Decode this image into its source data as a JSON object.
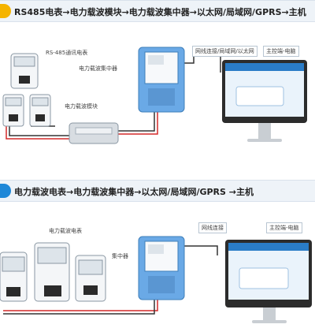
{
  "panel1": {
    "title": "RS485电表→电力载波模块→电力载波集中器→以太网/局域网/GPRS→主机",
    "labels": {
      "rs485_meter": "RS-485通讯电表",
      "concentrator": "电力载波集中器",
      "network": "网线连接/局域网/以太网",
      "master": "主控端-电脑",
      "carrier_module": "电力载波模块"
    }
  },
  "panel2": {
    "title": "电力载波电表→电力载波集中器→以太网/局域网/GPRS →主机",
    "labels": {
      "carrier_meter": "电力载波电表",
      "network": "网线连接",
      "master": "主控端-电脑",
      "concentrator": "集中器"
    }
  },
  "colors": {
    "badge1": "#f5b400",
    "badge2": "#1e88d8",
    "wire_red": "#d42a2a",
    "wire_dark": "#333333",
    "concentrator_blue": "#6aa9e6",
    "screen_blue": "#2a7cc7"
  }
}
